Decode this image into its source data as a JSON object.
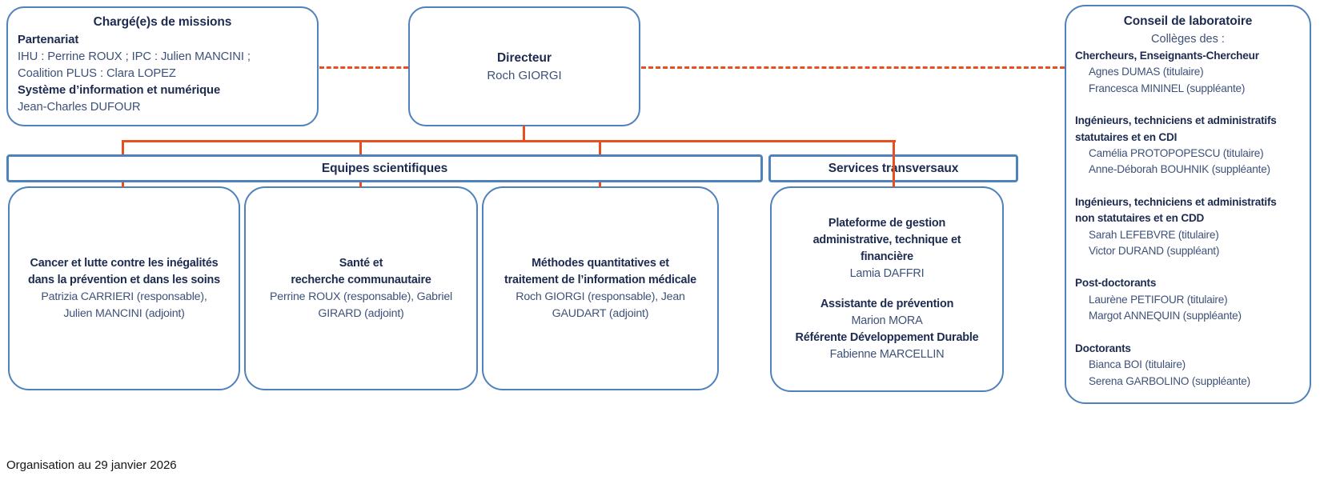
{
  "colors": {
    "box_border_blue": "#4f81bd",
    "connector_orange": "#e94e1f",
    "heading_navy": "#1d2b50",
    "body_navy": "#3e5179"
  },
  "charges": {
    "title": "Chargé(e)s de missions",
    "lines": [
      {
        "text": "Partenariat",
        "bold": true
      },
      {
        "text": "IHU : Perrine ROUX ; IPC : Julien MANCINI ;",
        "bold": false
      },
      {
        "text": "Coalition PLUS : Clara LOPEZ",
        "bold": false
      },
      {
        "text": "Système d’information et numérique",
        "bold": true
      },
      {
        "text": "Jean-Charles DUFOUR",
        "bold": false
      }
    ]
  },
  "directeur": {
    "title": "Directeur",
    "name": "Roch GIORGI"
  },
  "conseil": {
    "title": "Conseil de laboratoire",
    "subtitle": "Collèges des :",
    "lines": [
      {
        "text": "Chercheurs, Enseignants-Chercheur",
        "bold": true
      },
      {
        "text": "Agnes DUMAS (titulaire)",
        "indent": true
      },
      {
        "text": "Francesca MININEL (suppléante)",
        "indent": true
      },
      {
        "text": "Ingénieurs, techniciens et administratifs",
        "bold": true,
        "gap": true
      },
      {
        "text": "statutaires et en CDI",
        "bold": true
      },
      {
        "text": "Camélia PROTOPOPESCU (titulaire)",
        "indent": true
      },
      {
        "text": "Anne-Déborah BOUHNIK (suppléante)",
        "indent": true
      },
      {
        "text": "Ingénieurs, techniciens et administratifs",
        "bold": true,
        "gap": true
      },
      {
        "text": "non statutaires et en CDD",
        "bold": true
      },
      {
        "text": "Sarah LEFEBVRE (titulaire)",
        "indent": true
      },
      {
        "text": "Victor DURAND (suppléant)",
        "indent": true
      },
      {
        "text": "Post-doctorants",
        "bold": true,
        "gap": true
      },
      {
        "text": "Laurène PETIFOUR (titulaire)",
        "indent": true
      },
      {
        "text": "Margot ANNEQUIN (suppléante)",
        "indent": true
      },
      {
        "text": "Doctorants",
        "bold": true,
        "gap": true
      },
      {
        "text": "Bianca BOI (titulaire)",
        "indent": true
      },
      {
        "text": "Serena GARBOLINO (suppléante)",
        "indent": true
      }
    ]
  },
  "headers": {
    "equipes": "Equipes scientifiques",
    "services": "Services transversaux"
  },
  "teams": [
    {
      "title_line1": "Cancer et lutte contre les inégalités",
      "title_line2": "dans la prévention et dans les soins",
      "people_line1": "Patrizia CARRIERI (responsable),",
      "people_line2": "Julien MANCINI (adjoint)"
    },
    {
      "title_line1": "Santé et",
      "title_line2": "recherche communautaire",
      "people_line1": "Perrine ROUX (responsable), Gabriel",
      "people_line2": "GIRARD (adjoint)"
    },
    {
      "title_line1": "Méthodes quantitatives et",
      "title_line2": "traitement de l’information médicale",
      "people_line1": "Roch GIORGI (responsable), Jean",
      "people_line2": "GAUDART (adjoint)"
    }
  ],
  "services": {
    "lines": [
      {
        "text": "Plateforme de gestion",
        "bold": true
      },
      {
        "text": "administrative, technique et",
        "bold": true
      },
      {
        "text": "financière",
        "bold": true
      },
      {
        "text": "Lamia DAFFRI",
        "bold": false
      },
      {
        "text": "Assistante de prévention",
        "bold": true,
        "gap": true
      },
      {
        "text": "Marion MORA",
        "bold": false
      },
      {
        "text": "Référente Développement Durable",
        "bold": true
      },
      {
        "text": "Fabienne MARCELLIN",
        "bold": false
      }
    ]
  },
  "footer": {
    "text": "Organisation au 29 janvier 2026"
  }
}
